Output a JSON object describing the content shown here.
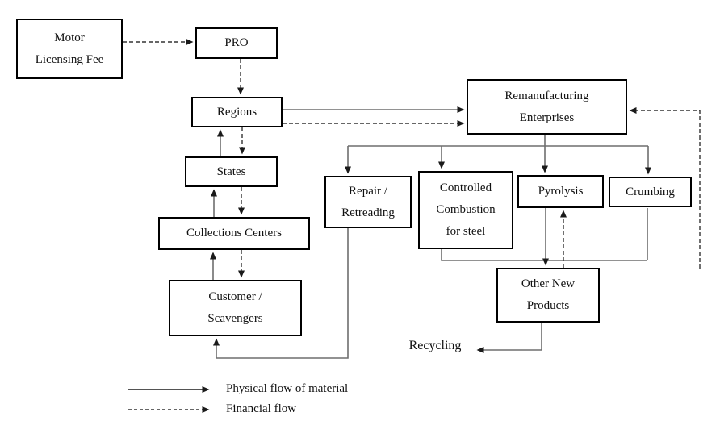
{
  "diagram": {
    "type": "flowchart",
    "background": "#ffffff",
    "colors": {
      "box_border": "#000000",
      "text": "#111111",
      "solid_line": "#6e6e6e",
      "dashed_line": "#333333",
      "arrowhead": "#1a1a1a"
    },
    "nodes": [
      {
        "id": "motor-licensing-fee",
        "label": "Motor\nLicensing Fee"
      },
      {
        "id": "pro",
        "label": "PRO"
      },
      {
        "id": "regions",
        "label": "Regions"
      },
      {
        "id": "states",
        "label": "States"
      },
      {
        "id": "collections-centers",
        "label": "Collections Centers"
      },
      {
        "id": "customer-scavengers",
        "label": "Customer /\nScavengers"
      },
      {
        "id": "remanufacturing-enterprises",
        "label": "Remanufacturing\nEnterprises"
      },
      {
        "id": "repair-retreading",
        "label": "Repair /\nRetreading"
      },
      {
        "id": "controlled-combustion",
        "label": "Controlled\nCombustion\nfor steel"
      },
      {
        "id": "pyrolysis",
        "label": "Pyrolysis"
      },
      {
        "id": "crumbing",
        "label": "Crumbing"
      },
      {
        "id": "other-new-products",
        "label": "Other New\nProducts"
      }
    ],
    "floating_labels": [
      {
        "id": "recycling",
        "label": "Recycling"
      }
    ],
    "edges": [
      {
        "from": "motor-licensing-fee",
        "to": "pro",
        "flow": "financial"
      },
      {
        "from": "pro",
        "to": "regions",
        "flow": "financial"
      },
      {
        "from": "regions",
        "to": "remanufacturing-enterprises",
        "flow": "physical"
      },
      {
        "from": "regions",
        "to": "remanufacturing-enterprises",
        "flow": "financial"
      },
      {
        "from": "states",
        "to": "regions",
        "flow": "physical"
      },
      {
        "from": "regions",
        "to": "states",
        "flow": "financial"
      },
      {
        "from": "collections-centers",
        "to": "states",
        "flow": "physical"
      },
      {
        "from": "states",
        "to": "collections-centers",
        "flow": "financial"
      },
      {
        "from": "customer-scavengers",
        "to": "collections-centers",
        "flow": "physical"
      },
      {
        "from": "collections-centers",
        "to": "customer-scavengers",
        "flow": "financial"
      },
      {
        "from": "remanufacturing-enterprises",
        "to": "repair-retreading",
        "flow": "physical"
      },
      {
        "from": "remanufacturing-enterprises",
        "to": "controlled-combustion",
        "flow": "physical"
      },
      {
        "from": "remanufacturing-enterprises",
        "to": "pyrolysis",
        "flow": "physical"
      },
      {
        "from": "remanufacturing-enterprises",
        "to": "crumbing",
        "flow": "physical"
      },
      {
        "from": "repair-retreading",
        "to": "customer-scavengers",
        "flow": "physical"
      },
      {
        "from": "controlled-combustion",
        "to": "other-new-products",
        "flow": "physical"
      },
      {
        "from": "pyrolysis",
        "to": "other-new-products",
        "flow": "physical"
      },
      {
        "from": "crumbing",
        "to": "other-new-products",
        "flow": "physical"
      },
      {
        "from": "other-new-products",
        "to": "pyrolysis",
        "flow": "financial"
      },
      {
        "from": "other-new-products",
        "to": "recycling",
        "flow": "physical"
      },
      {
        "from": "unlabeled-source",
        "to": "remanufacturing-enterprises",
        "flow": "financial"
      }
    ],
    "legend": [
      {
        "style": "solid",
        "label": "Physical flow of material"
      },
      {
        "style": "dashed",
        "label": "Financial flow"
      }
    ]
  }
}
